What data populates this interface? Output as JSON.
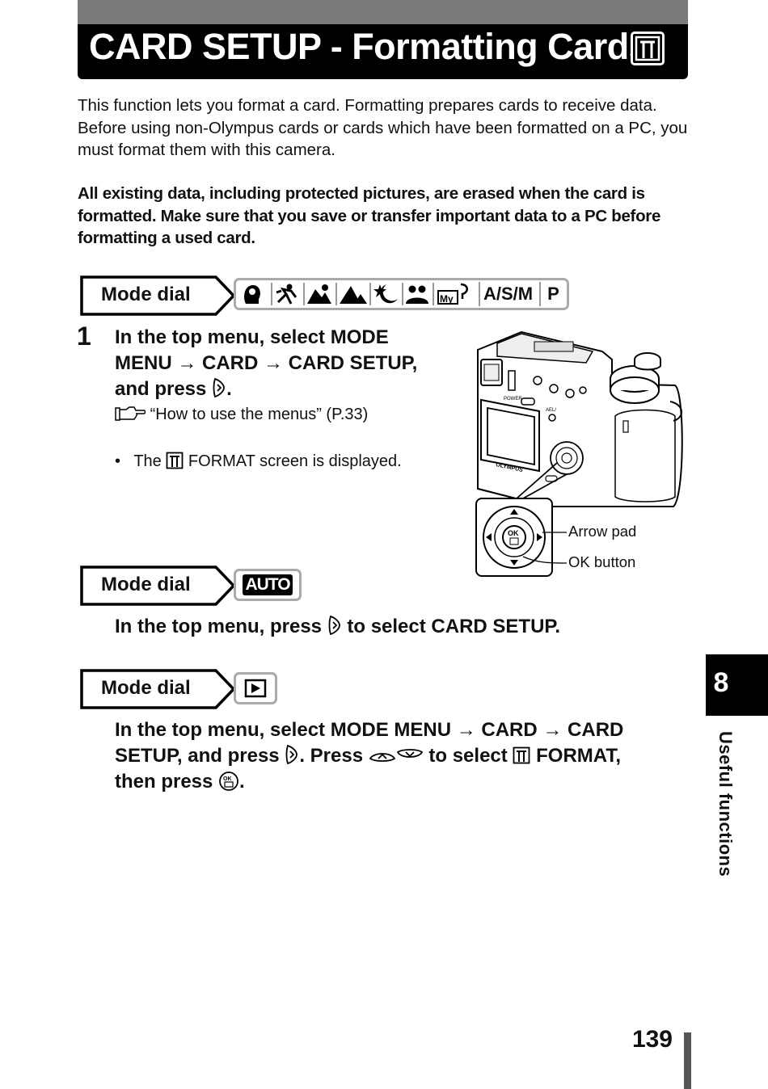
{
  "header": {
    "title": "CARD SETUP - Formatting Cards"
  },
  "intro": "This function lets you format a card. Formatting prepares cards to receive data. Before using non-Olympus cards or cards which have been formatted on a PC, you must format them with this camera.",
  "warning": "All existing data, including protected pictures, are erased when the card is formatted. Make sure that you save or transfer important data to a PC before formatting a used card.",
  "mode_dial_label": "Mode dial",
  "section1": {
    "modes_text_1": "A/S/M",
    "modes_text_2": "P",
    "step_number": "1",
    "step_line1": "In the top menu, select MODE",
    "step_line2": "MENU → CARD → CARD SETUP,",
    "step_line3_a": "and press",
    "step_line3_b": ".",
    "reference": "“How to use the menus” (P.33)",
    "bullet": "•",
    "note_a": "The",
    "note_b": "FORMAT screen is displayed."
  },
  "camera_figure": {
    "brand": "OLYMPUS",
    "power_label": "POWER",
    "ael_label": "AEL/",
    "ok_label": "OK",
    "callout_arrow_pad": "Arrow pad",
    "callout_ok_button": "OK button"
  },
  "section2": {
    "mode_text": "AUTO",
    "step_a": "In the top menu, press",
    "step_b": "to select CARD SETUP."
  },
  "section3": {
    "step_line1": "In the top menu, select MODE MENU → CARD → CARD",
    "step_line2_a": "SETUP, and press",
    "step_line2_b": ". Press",
    "step_line2_c": "to select",
    "step_line2_d": "FORMAT,",
    "step_line3_a": "then press",
    "step_line3_b": "."
  },
  "side_tab": {
    "chapter": "8",
    "label": "Useful functions"
  },
  "footer": {
    "page_number": "139"
  }
}
